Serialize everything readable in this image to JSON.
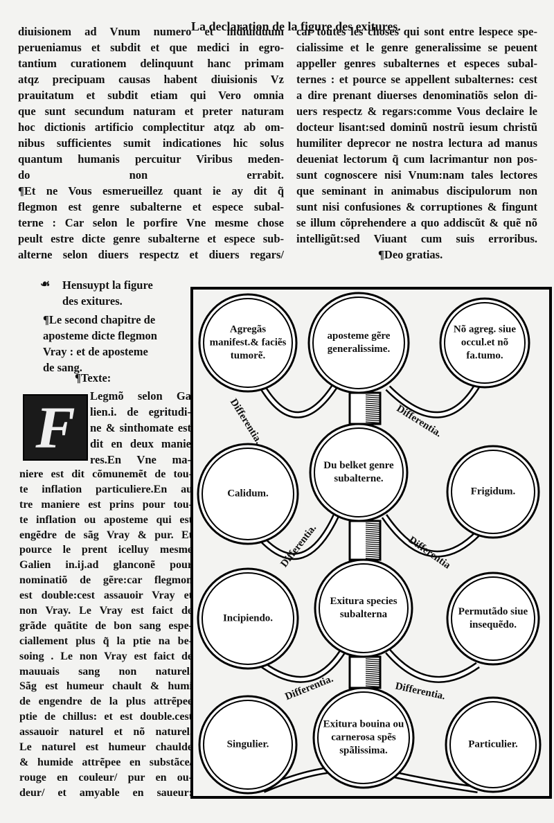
{
  "header": {
    "title": "La declaration de la figure des exitures."
  },
  "left_top": [
    "diuisionem ad Vnum numero et indiuiduum",
    "perueniamus et subdit et que medici in egro-",
    "tantium curationem delinquunt hanc primam",
    "atqz precipuam causas habent diuisionis Vz",
    "prauitatum et subdit etiam qui Vero omnia",
    "que sunt secundum naturam et preter naturam",
    "hoc dictionis artificio complectitur atqz ab om-",
    "nibus sufficientes sumit indicationes hic solus",
    "quantum humanis percuitur Viribus meden-",
    "do non errabit.",
    "¶Et ne Vous esmerueillez quant ie ay dit q̃",
    "flegmon est genre subalterne et espece subal-",
    "terne : Car selon le porfire Vne mesme chose",
    "peult estre dicte genre subalterne et espece sub-",
    "alterne selon diuers respectz et diuers regars/"
  ],
  "right": [
    "car toutes les choses qui sont entre lespece spe-",
    "cialissime et le genre generalissime se peuent",
    "appeller genres subalternes et especes subal-",
    "ternes : et pource se appellent subalternes: cest",
    "a dire prenant diuerses denominatiõs selon di-",
    "uers respectz & regars:comme Vous declaire le",
    "docteur lisant:sed dominũ nostrũ iesum christũ",
    "humiliter deprecor ne nostra lectura ad manus",
    "deueniat lectorum q̃ cum lacrimantur non pos-",
    "sunt cognoscere nisi Vnum:nam tales lectores",
    "que seminant in animabus discipulorum non",
    "sunt nisi confusiones & corruptiones & fingunt",
    "se illum cõprehendere a quo addiscũt & quẽ nõ",
    "intelligũt:sed Viuant cum suis erroribus.",
    "¶Deo gratias."
  ],
  "figure_intro": [
    "Hensuypt la figure",
    "des exitures."
  ],
  "chapter_title": [
    "¶Le second chapitre de",
    "aposteme dicte flegmon",
    "Vray : et de aposteme",
    "de sang."
  ],
  "texte_label": "¶Texte:",
  "dropcap_letter": "F",
  "beside_dropcap": [
    "Legmõ selon Ga",
    "lien.i. de egritudi-",
    "ne & sinthomate est",
    "dit en deux manie",
    "res.En Vne ma-"
  ],
  "lower_left": [
    "niere est dit cõmunemẽt de tou-",
    "te inflation particuliere.En au",
    "tre maniere est prins pour tou-",
    "te inflation ou aposteme qui est",
    "engẽdre de sãg Vray & pur. Et",
    "pource le prent icelluy mesme",
    "Galien in.ij.ad glanconẽ pour",
    "nominatiõ de gẽre:car flegmon",
    "est double:cest assauoir Vray et",
    "non Vray. Le Vray est faict de",
    "grãde quãtite de bon sang espe-",
    "ciallement plus q̃ la ptie na be-",
    "soing . Le non Vray est faict de",
    "mauuais sang non naturel.",
    "Sãg est humeur chault & humi",
    "de engendre de la plus attrẽpee",
    "ptie de chillus: et est double.cest",
    "assauoir naturel et nõ naturel.",
    "Le naturel est humeur chaulde",
    "& humide attrẽpee en substãce/",
    "rouge en couleur/ pur en ou-",
    "deur/ et amyable en saueur:"
  ],
  "diagram": {
    "nodes": [
      "Agregãs manifest.& faciẽs tumorẽ.",
      "aposteme gẽre generalissime.",
      "Nõ agreg. siue occul.et nõ fa.tumo.",
      "Calidum.",
      "Du belket genre subalterne.",
      "Frigidum.",
      "Incipiendo.",
      "Exitura species subalterna",
      "Permutãdo siue insequẽdo.",
      "Singulier.",
      "Exitura bouina ou carnerosa spẽs spãlissima.",
      "Particulier."
    ],
    "differentia": [
      "Differentia.",
      "Differentia.",
      "Differentia.",
      "Differentia",
      "Differentia.",
      "Differentia."
    ]
  }
}
